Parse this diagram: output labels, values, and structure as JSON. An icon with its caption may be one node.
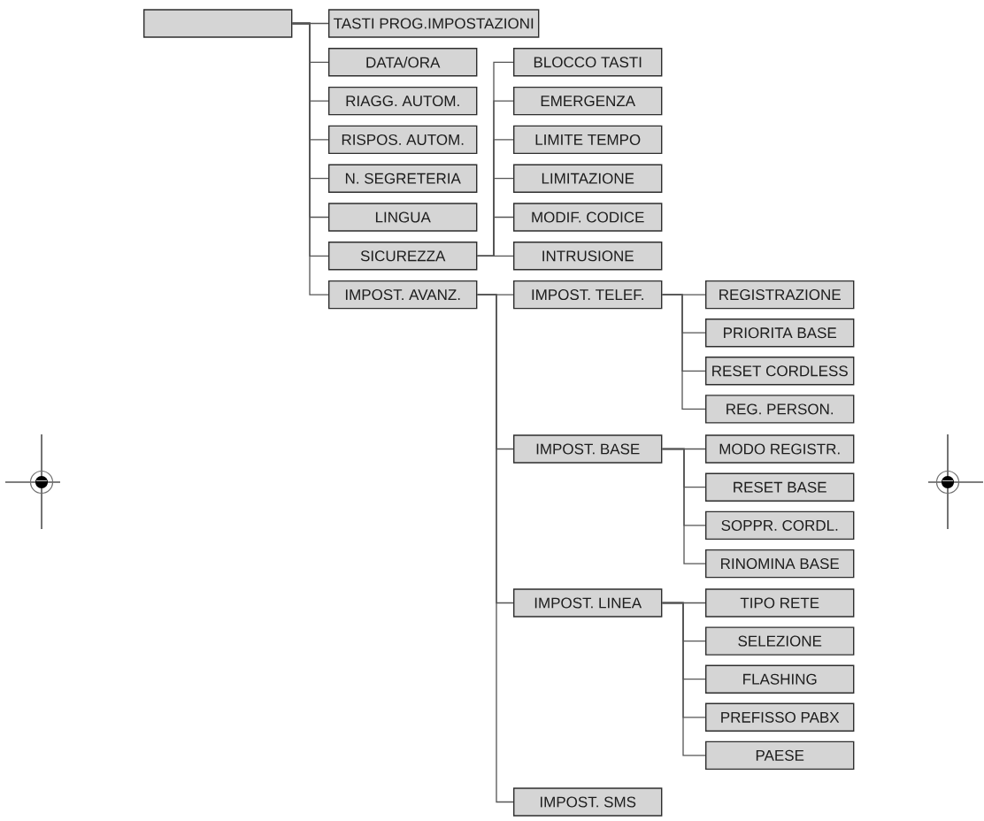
{
  "diagram": {
    "nodes": [
      {
        "text": [],
        "shape": "box"
      },
      {
        "text": [
          "TASTI PROG.IMPOSTAZIONI"
        ]
      },
      {
        "text": [
          "DATA/ORA"
        ]
      },
      {
        "text": [
          "RIAGG. AUTOM."
        ]
      },
      {
        "text": [
          "RISPOS. AUTOM."
        ]
      },
      {
        "text": [
          "N. SEGRETERIA"
        ]
      },
      {
        "text": [
          "LINGUA"
        ]
      },
      {
        "text": [
          "SICUREZZA"
        ]
      },
      {
        "text": [
          "IMPOST. AVANZ."
        ]
      },
      {
        "text": [
          "BLOCCO TASTI"
        ]
      },
      {
        "text": [
          "EMERGENZA"
        ]
      },
      {
        "text": [
          "LIMITE TEMPO"
        ]
      },
      {
        "text": [
          "LIMITAZIONE"
        ]
      },
      {
        "text": [
          "MODIF. CODICE"
        ]
      },
      {
        "text": [
          "INTRUSIONE"
        ]
      },
      {
        "text": [
          "IMPOST. TELEF."
        ]
      },
      {
        "text": [
          "REGISTRAZIONE"
        ]
      },
      {
        "text": [
          "PRIORITA BASE"
        ]
      },
      {
        "text": [
          "RESET CORDLESS"
        ]
      },
      {
        "text": [
          "REG. PERSON."
        ]
      },
      {
        "text": [
          "IMPOST. BASE"
        ]
      },
      {
        "text": [
          "MODO REGISTR."
        ]
      },
      {
        "text": [
          "RESET BASE"
        ]
      },
      {
        "text": [
          "SOPPR. CORDL."
        ]
      },
      {
        "text": [
          "RINOMINA BASE"
        ]
      },
      {
        "text": [
          "IMPOST. LINEA"
        ]
      },
      {
        "text": [
          "TIPO RETE"
        ]
      },
      {
        "text": [
          "SELEZIONE"
        ]
      },
      {
        "text": [
          "FLASHING"
        ]
      },
      {
        "text": [
          "PREFISSO PABX"
        ]
      },
      {
        "text": [
          "PAESE"
        ]
      },
      {
        "text": [
          "IMPOST. SMS"
        ]
      }
    ],
    "edges": [
      {
        "from": 0,
        "to": 1,
        "arrow": "none"
      },
      {
        "from": 0,
        "to": 2,
        "arrow": "none"
      },
      {
        "from": 0,
        "to": 3,
        "arrow": "none"
      },
      {
        "from": 0,
        "to": 4,
        "arrow": "none"
      },
      {
        "from": 0,
        "to": 5,
        "arrow": "none"
      },
      {
        "from": 0,
        "to": 6,
        "arrow": "none"
      },
      {
        "from": 0,
        "to": 7,
        "arrow": "none"
      },
      {
        "from": 0,
        "to": 8,
        "arrow": "none"
      },
      {
        "from": 7,
        "to": 9,
        "arrow": "none"
      },
      {
        "from": 7,
        "to": 10,
        "arrow": "none"
      },
      {
        "from": 7,
        "to": 11,
        "arrow": "none"
      },
      {
        "from": 7,
        "to": 12,
        "arrow": "none"
      },
      {
        "from": 7,
        "to": 13,
        "arrow": "none"
      },
      {
        "from": 7,
        "to": 14,
        "arrow": "none"
      },
      {
        "from": 8,
        "to": 15,
        "arrow": "none"
      },
      {
        "from": 8,
        "to": 20,
        "arrow": "none"
      },
      {
        "from": 8,
        "to": 25,
        "arrow": "none"
      },
      {
        "from": 8,
        "to": 31,
        "arrow": "none"
      },
      {
        "from": 15,
        "to": 16,
        "arrow": "none"
      },
      {
        "from": 15,
        "to": 17,
        "arrow": "none"
      },
      {
        "from": 15,
        "to": 18,
        "arrow": "none"
      },
      {
        "from": 15,
        "to": 19,
        "arrow": "none"
      },
      {
        "from": 20,
        "to": 21,
        "arrow": "none"
      },
      {
        "from": 20,
        "to": 22,
        "arrow": "none"
      },
      {
        "from": 20,
        "to": 23,
        "arrow": "none"
      },
      {
        "from": 20,
        "to": 24,
        "arrow": "none"
      },
      {
        "from": 25,
        "to": 26,
        "arrow": "none"
      },
      {
        "from": 25,
        "to": 27,
        "arrow": "none"
      },
      {
        "from": 25,
        "to": 28,
        "arrow": "none"
      },
      {
        "from": 25,
        "to": 29,
        "arrow": "none"
      },
      {
        "from": 25,
        "to": 30,
        "arrow": "none"
      }
    ]
  }
}
